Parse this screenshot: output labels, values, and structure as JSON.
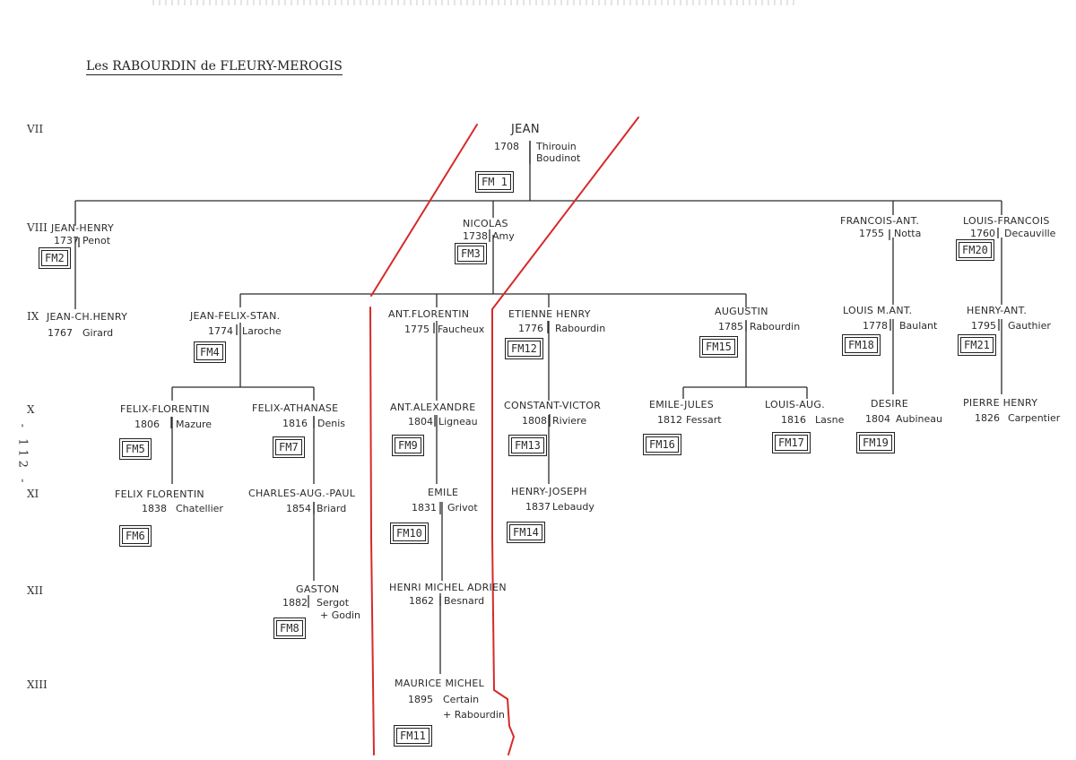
{
  "title": "Les RABOURDIN de FLEURY-MEROGIS",
  "page_number": "- 112 -",
  "generations": [
    "VII",
    "VIII",
    "IX",
    "X",
    "XI",
    "XII",
    "XIII"
  ],
  "people": {
    "jean": {
      "name": "JEAN",
      "year": "1708",
      "spouse": "Thirouin",
      "spouse2": "Boudinot",
      "code": "FM 1"
    },
    "jean_henry": {
      "name": "JEAN-HENRY",
      "year": "1737",
      "spouse": "Penot",
      "code": "FM2"
    },
    "nicolas": {
      "name": "NICOLAS",
      "year": "1738",
      "spouse": "Amy",
      "code": "FM3"
    },
    "francois_ant": {
      "name": "FRANCOIS-ANT.",
      "year": "1755",
      "spouse": "Notta"
    },
    "louis_francois": {
      "name": "LOUIS-FRANCOIS",
      "year": "1760",
      "spouse": "Decauville",
      "code": "FM20"
    },
    "jean_ch_henry": {
      "name": "JEAN-CH.HENRY",
      "year": "1767",
      "spouse": "Girard"
    },
    "jean_felix_stan": {
      "name": "JEAN-FELIX-STAN.",
      "year": "1774",
      "spouse": "Laroche",
      "code": "FM4"
    },
    "ant_florentin": {
      "name": "ANT.FLORENTIN",
      "year": "1775",
      "spouse": "Faucheux"
    },
    "etienne_henry": {
      "name": "ETIENNE HENRY",
      "year": "1776",
      "spouse": "Rabourdin",
      "code": "FM12"
    },
    "augustin": {
      "name": "AUGUSTIN",
      "year": "1785",
      "spouse": "Rabourdin",
      "code": "FM15"
    },
    "louis_m_ant": {
      "name": "LOUIS M.ANT.",
      "year": "1778",
      "spouse": "Baulant",
      "code": "FM18"
    },
    "henry_ant": {
      "name": "HENRY-ANT.",
      "year": "1795",
      "spouse": "Gauthier",
      "code": "FM21"
    },
    "felix_florentin_1806": {
      "name": "FELIX-FLORENTIN",
      "year": "1806",
      "spouse": "Mazure",
      "code": "FM5"
    },
    "felix_athanase": {
      "name": "FELIX-ATHANASE",
      "year": "1816",
      "spouse": "Denis",
      "code": "FM7"
    },
    "ant_alexandre": {
      "name": "ANT.ALEXANDRE",
      "year": "1804",
      "spouse": "Ligneau",
      "code": "FM9"
    },
    "constant_victor": {
      "name": "CONSTANT-VICTOR",
      "year": "1808",
      "spouse": "Riviere",
      "code": "FM13"
    },
    "emile_jules": {
      "name": "EMILE-JULES",
      "year": "1812",
      "spouse": "Fessart",
      "code": "FM16"
    },
    "louis_aug": {
      "name": "LOUIS-AUG.",
      "year": "1816",
      "spouse": "Lasne",
      "code": "FM17"
    },
    "desire": {
      "name": "DESIRE",
      "year": "1804",
      "spouse": "Aubineau",
      "code": "FM19"
    },
    "pierre_henry": {
      "name": "PIERRE HENRY",
      "year": "1826",
      "spouse": "Carpentier"
    },
    "felix_florentin_1838": {
      "name": "FELIX FLORENTIN",
      "year": "1838",
      "spouse": "Chatellier",
      "code": "FM6"
    },
    "charles_aug_paul": {
      "name": "CHARLES-AUG.-PAUL",
      "year": "1854",
      "spouse": "Briard"
    },
    "emile": {
      "name": "EMILE",
      "year": "1831",
      "spouse": "Grivot",
      "code": "FM10"
    },
    "henry_joseph": {
      "name": "HENRY-JOSEPH",
      "year": "1837",
      "spouse": "Lebaudy",
      "code": "FM14"
    },
    "gaston": {
      "name": "GASTON",
      "year": "1882",
      "spouse": "Sergot",
      "spouse2": "+ Godin",
      "code": "FM8"
    },
    "henri_michel_adrien": {
      "name": "HENRI MICHEL ADRIEN",
      "year": "1862",
      "spouse": "Besnard"
    },
    "maurice_michel": {
      "name": "MAURICE MICHEL",
      "year": "1895",
      "spouse": "Certain",
      "spouse2": "+ Rabourdin",
      "code": "FM11"
    }
  },
  "colors": {
    "ink": "#2b2b2b",
    "annotation": "#d62a2a"
  }
}
